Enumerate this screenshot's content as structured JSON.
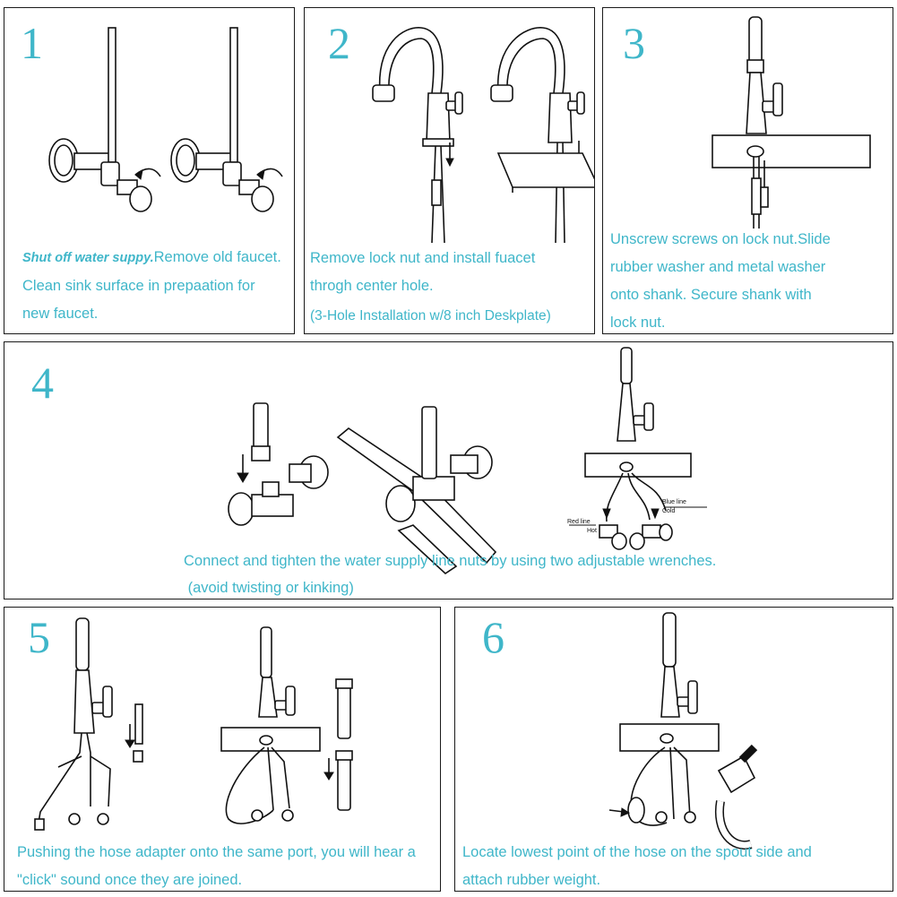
{
  "steps": [
    {
      "number": "1",
      "lines": [
        "Shut off water suppy.",
        "Remove old faucet.",
        "Clean sink surface  in prepaation for",
        "new faucet."
      ]
    },
    {
      "number": "2",
      "lines": [
        "Remove lock nut and install fuacet",
        "throgh center hole.",
        "(3-Hole Installation w/8 inch Deskplate)"
      ]
    },
    {
      "number": "3",
      "lines": [
        "Unscrew screws on lock nut.Slide",
        "rubber washer and metal washer",
        "onto shank. Secure shank with",
        "lock nut."
      ]
    },
    {
      "number": "4",
      "lines": [
        "Connect and tighten the water supply line nuts by using two adjustable wrenches.",
        " (avoid twisting or kinking)"
      ],
      "labels": {
        "blue_line": "Blue line",
        "cold": "Cold",
        "red_line": "Red line",
        "hot": "Hot"
      }
    },
    {
      "number": "5",
      "lines": [
        "Pushing the hose adapter onto the same port, you will hear a",
        "\"click\" sound once they are joined."
      ]
    },
    {
      "number": "6",
      "lines": [
        "Locate lowest point of the hose on the spout side and",
        "attach rubber weight."
      ]
    }
  ],
  "colors": {
    "accent": "#3fb6c9",
    "border": "#1a1a1a"
  }
}
